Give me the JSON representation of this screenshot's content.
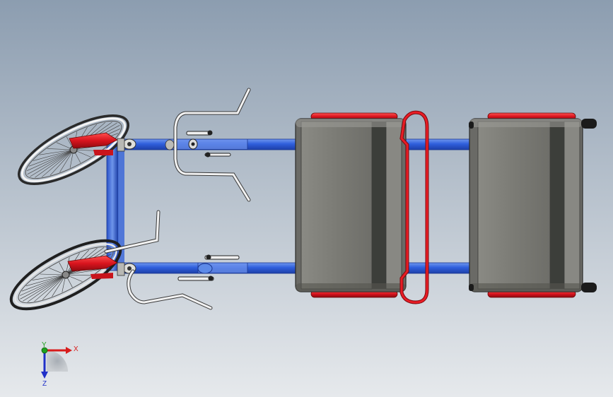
{
  "scene": {
    "background_top": "#8c9db0",
    "background_bottom": "#e6e9ec",
    "frame_blue": "#2c5ad8",
    "frame_blue_light": "#5d8ae8",
    "accent_red": "#d8141e",
    "seat_gray": "#7d7d77",
    "seat_dark": "#3c3e3a"
  },
  "triad": {
    "x_label": "X",
    "y_label": "Y",
    "z_label": "Z",
    "x_color": "#d81c1c",
    "y_color": "#1fa01f",
    "z_color": "#2030c8"
  }
}
